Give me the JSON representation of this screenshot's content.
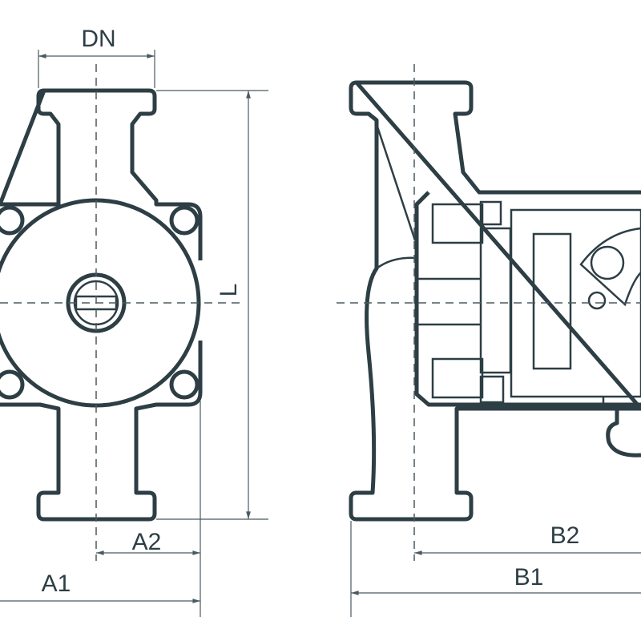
{
  "diagram": {
    "colors": {
      "line": "#2d3e45",
      "dimension": "#4a5a60"
    },
    "dimensions": {
      "dn": "DN",
      "l": "L",
      "a1": "A1",
      "a2": "A2",
      "b1": "B1",
      "b2": "B2"
    }
  }
}
